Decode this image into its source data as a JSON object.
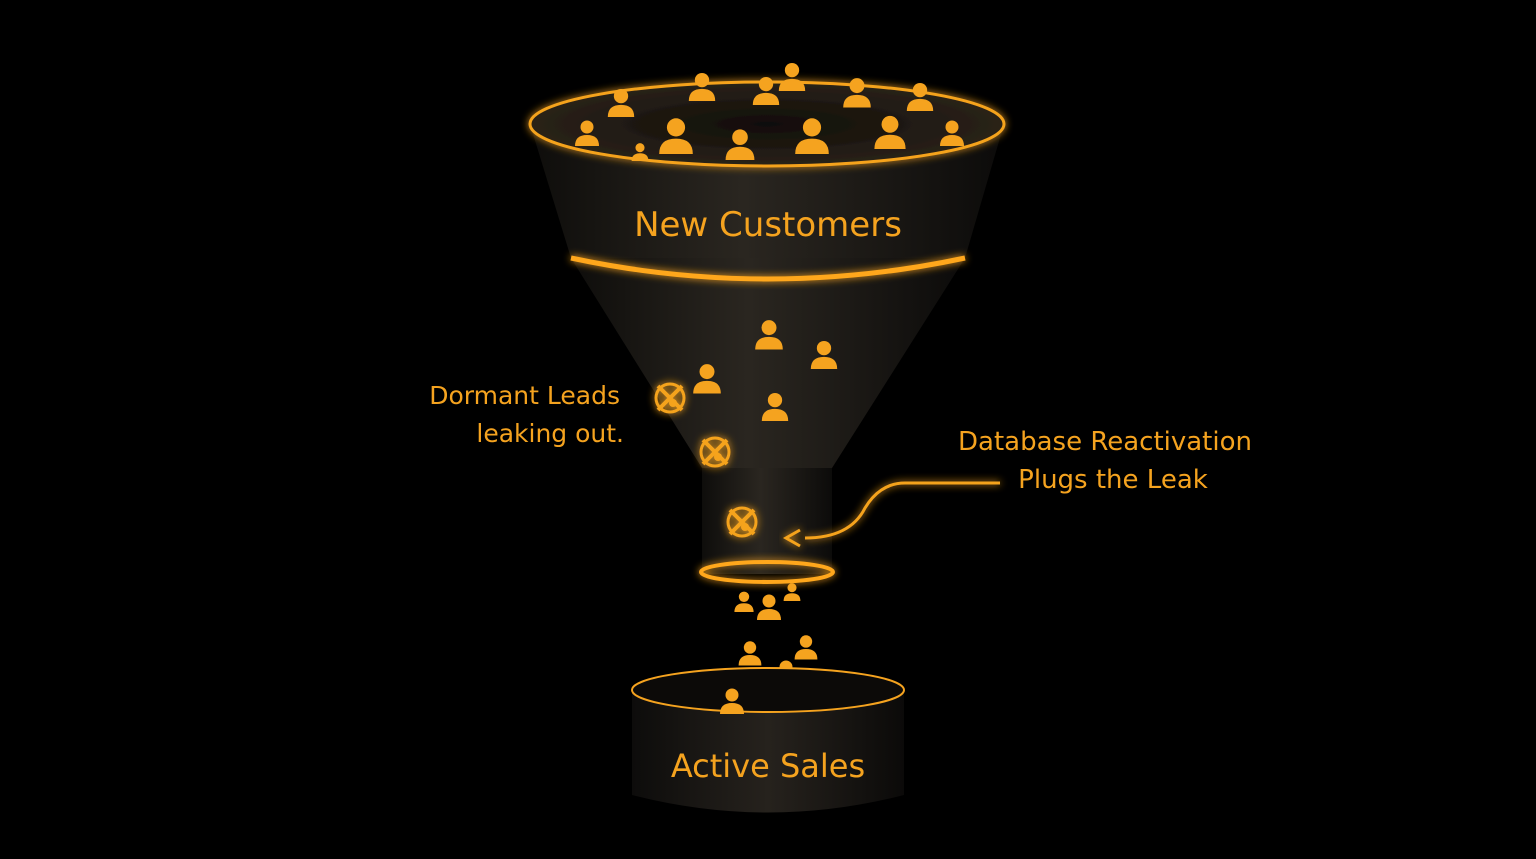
{
  "labels": {
    "top_section": "New Customers",
    "dormant_line1": "Dormant Leads",
    "dormant_line2": "leaking out.",
    "reactivation_line1": "Database Reactivation",
    "reactivation_line2": "Plugs the Leak",
    "bottom_section": "Active Sales"
  },
  "colors": {
    "accent": "#f5a31f",
    "glow": "#ffb020",
    "funnel_body": "#1c1a17",
    "background": "#000000"
  },
  "icons": {
    "person": "person-icon",
    "leak": "leak-marker-icon"
  }
}
